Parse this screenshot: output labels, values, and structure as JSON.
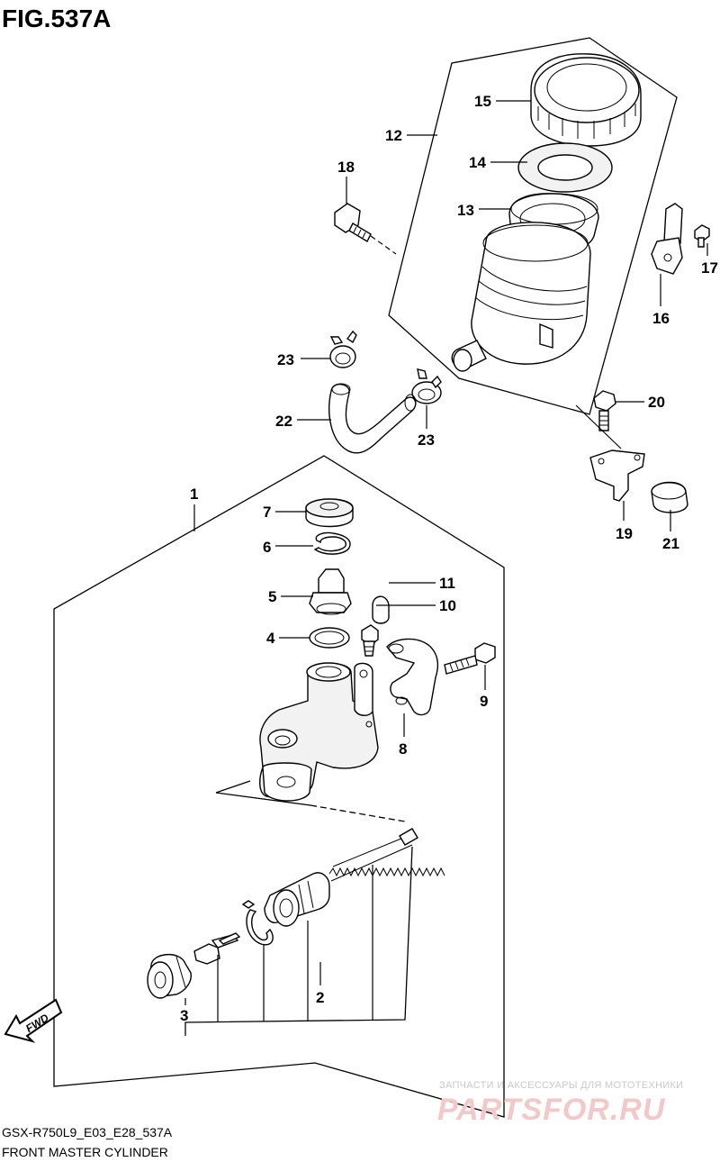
{
  "figure": {
    "title": "FIG.537A",
    "model_code": "GSX-R750L9_E03_E28_537A",
    "caption": "FRONT MASTER CYLINDER"
  },
  "direction_arrow": {
    "label": "FWD"
  },
  "watermark": {
    "line1": "ЗАПЧАСТИ И АКСЕССУАРЫ ДЛЯ МОТОТЕХНИКИ",
    "line2": "PARTSFOR.RU"
  },
  "callouts": [
    "1",
    "2",
    "3",
    "4",
    "5",
    "6",
    "7",
    "8",
    "9",
    "10",
    "11",
    "12",
    "13",
    "14",
    "15",
    "16",
    "17",
    "18",
    "19",
    "20",
    "21",
    "22",
    "23",
    "23"
  ]
}
